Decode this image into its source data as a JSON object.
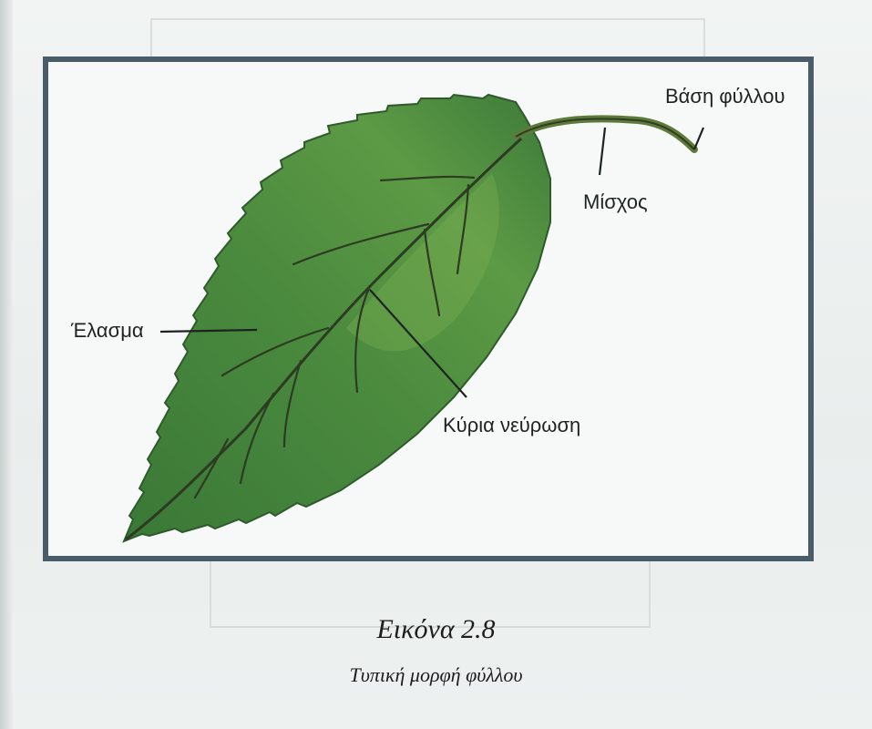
{
  "diagram": {
    "labels": {
      "base": "Βάση φύλλου",
      "petiole": "Μίσχος",
      "blade": "Έλασμα",
      "main_vein": "Κύρια νεύρωση"
    },
    "colors": {
      "leaf": "#3f7f3a",
      "vein": "#2d3b22",
      "frame": "#4a5c6a"
    }
  },
  "caption": {
    "title": "Εικόνα 2.8",
    "subtitle": "Τυπική μορφή φύλλου"
  }
}
